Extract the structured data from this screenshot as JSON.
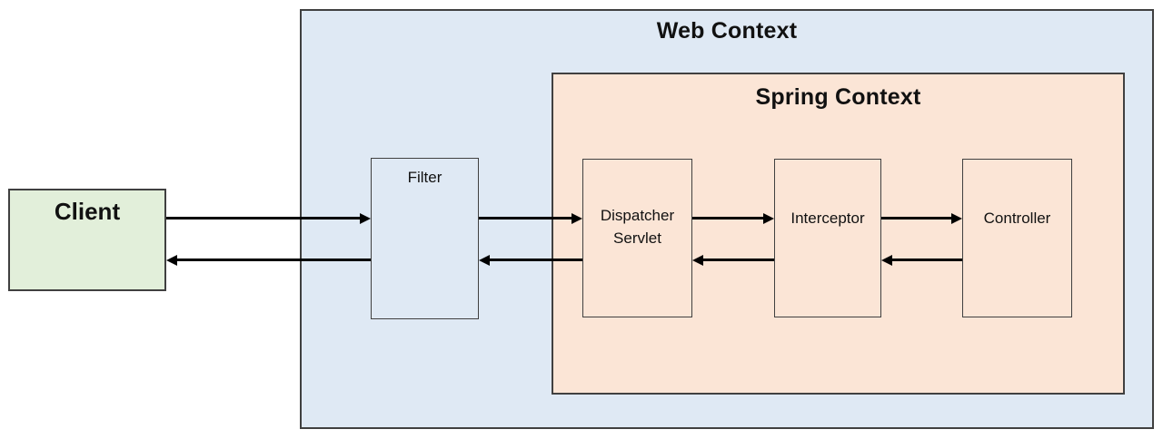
{
  "colors": {
    "client_fill": "#e2efda",
    "web_context_fill": "#dfe9f4",
    "spring_context_fill": "#fbe5d6",
    "box_border": "#404040",
    "arrow_color": "#000000",
    "text_color": "#111111"
  },
  "diagram": {
    "client": {
      "label": "Client"
    },
    "web_context": {
      "title": "Web Context",
      "filter": {
        "label": "Filter"
      },
      "spring_context": {
        "title": "Spring Context",
        "dispatcher_servlet": {
          "label": "Dispatcher Servlet"
        },
        "interceptor": {
          "label": "Interceptor"
        },
        "controller": {
          "label": "Controller"
        }
      }
    },
    "edges": [
      {
        "from": "Client",
        "to": "Filter"
      },
      {
        "from": "Filter",
        "to": "Client"
      },
      {
        "from": "Filter",
        "to": "Dispatcher Servlet"
      },
      {
        "from": "Dispatcher Servlet",
        "to": "Filter"
      },
      {
        "from": "Dispatcher Servlet",
        "to": "Interceptor"
      },
      {
        "from": "Interceptor",
        "to": "Dispatcher Servlet"
      },
      {
        "from": "Interceptor",
        "to": "Controller"
      },
      {
        "from": "Controller",
        "to": "Interceptor"
      }
    ]
  }
}
